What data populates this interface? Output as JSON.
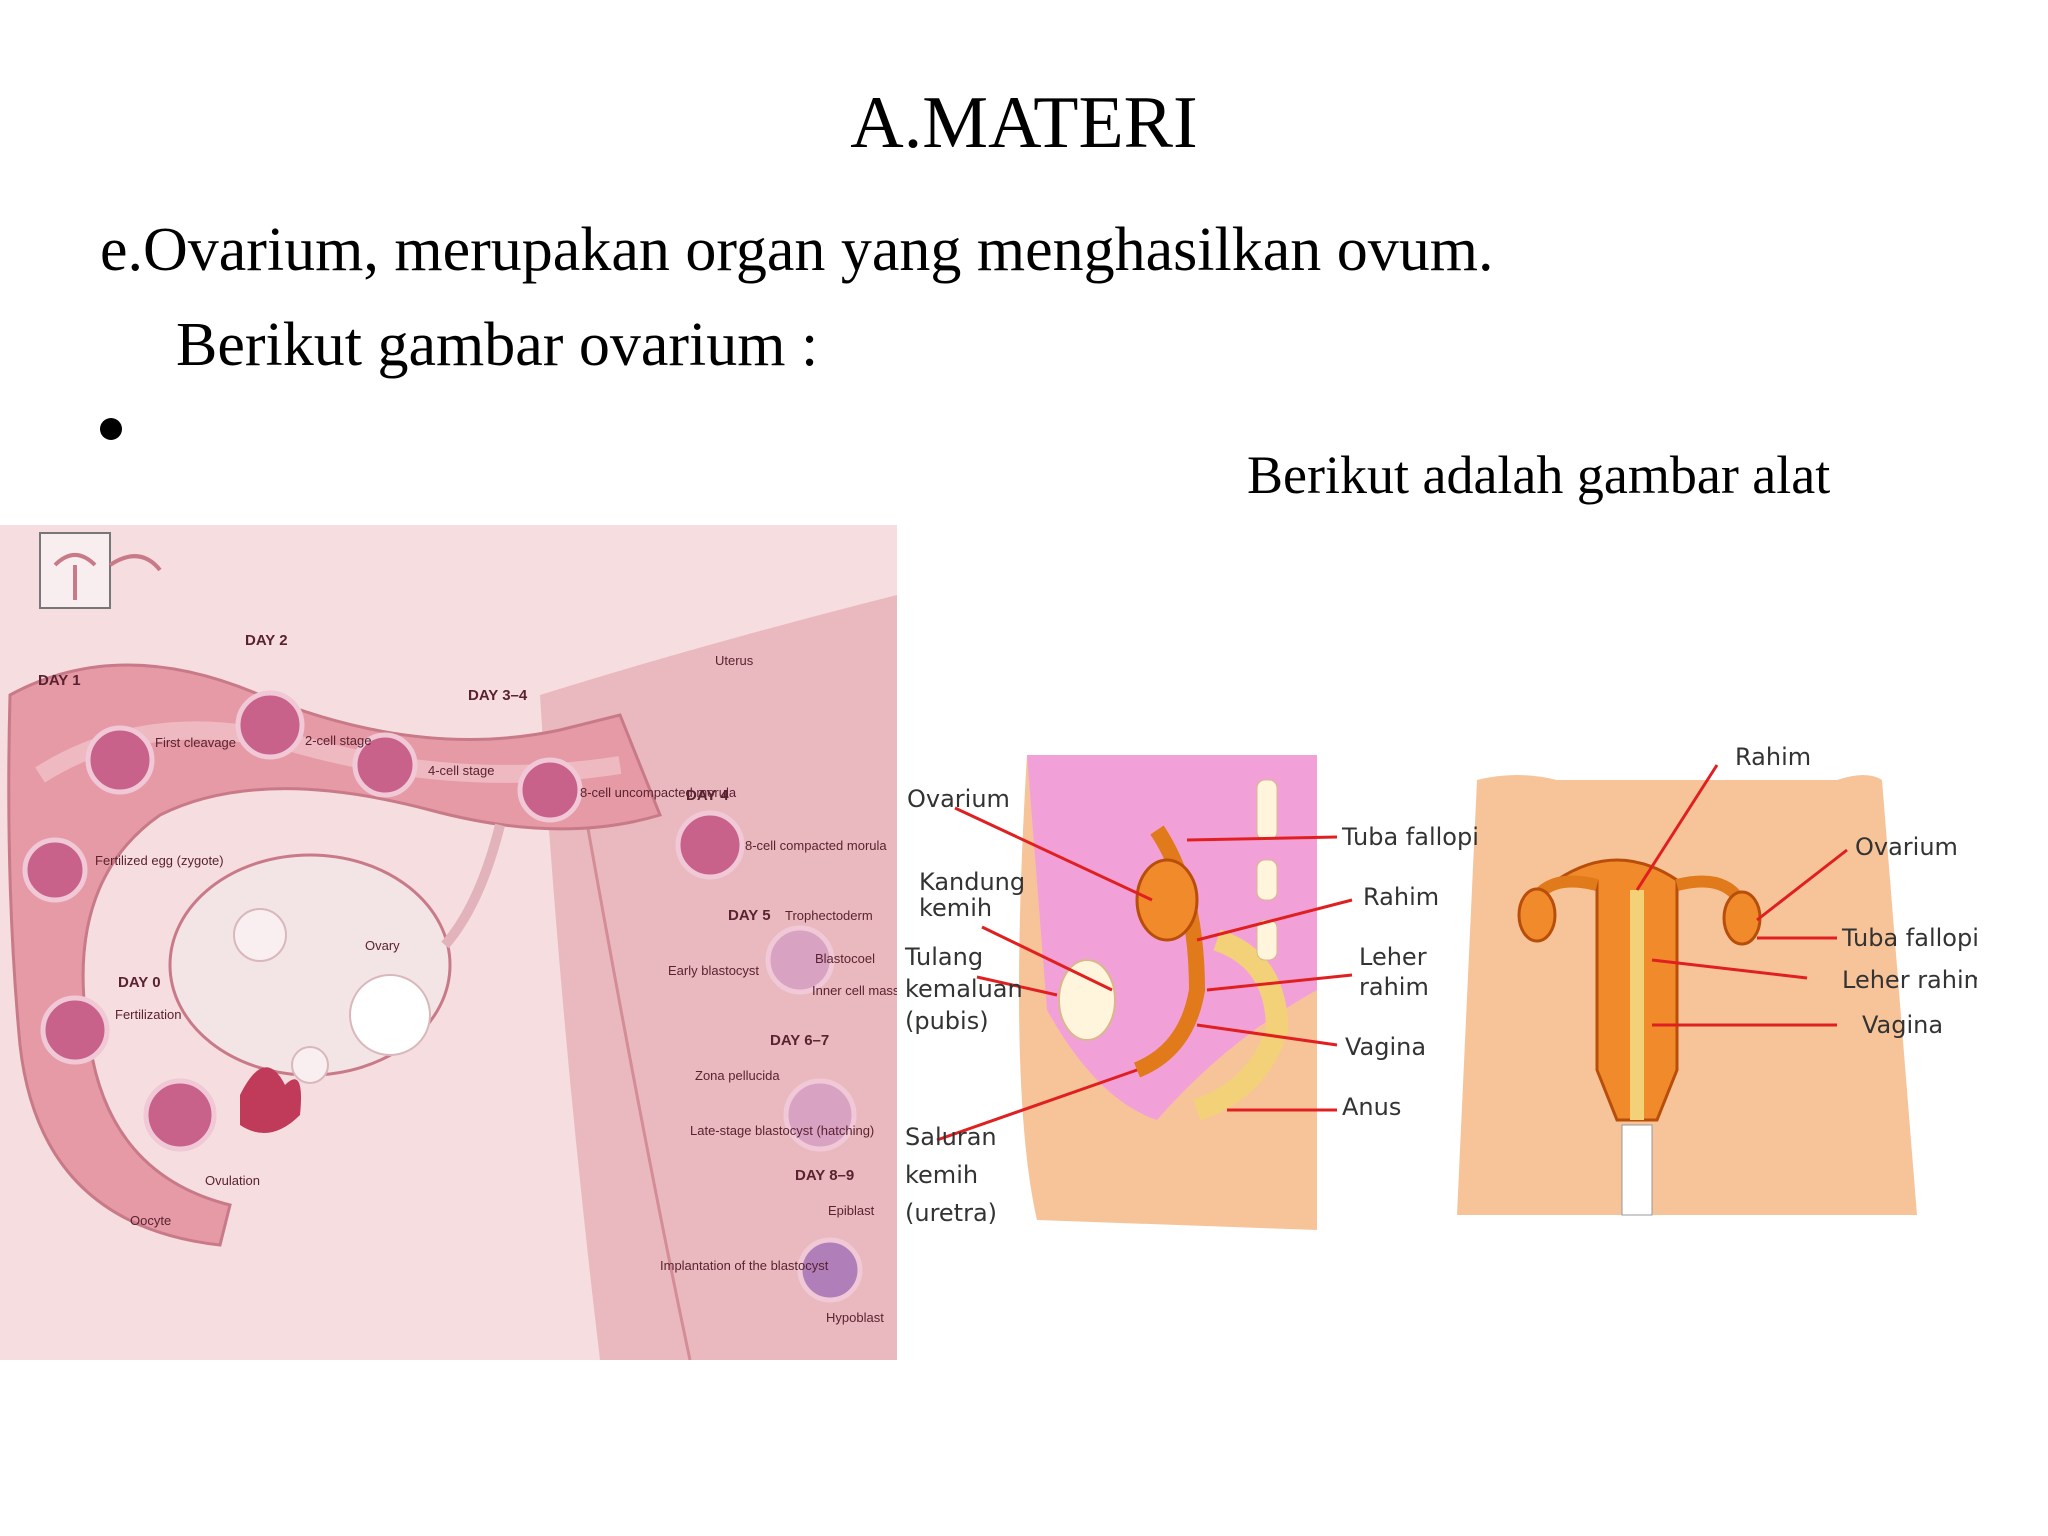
{
  "slide": {
    "title": "A.MATERI",
    "line1": "e.Ovarium, merupakan organ yang menghasilkan ovum.",
    "line2": "Berikut gambar ovarium :",
    "bullet": "•",
    "right_caption": "Berikut adalah gambar alat"
  },
  "embryo_figure": {
    "labels": {
      "day1": "DAY 1",
      "day2": "DAY 2",
      "day34": "DAY 3–4",
      "uterus": "Uterus",
      "first_cleavage": "First cleavage",
      "two_cell": "2-cell stage",
      "four_cell": "4-cell stage",
      "eight_cell_uncompacted": "8-cell uncompacted morula",
      "day4": "DAY 4",
      "eight_cell_compacted": "8-cell compacted morula",
      "fertilized_egg": "Fertilized egg (zygote)",
      "ovary": "Ovary",
      "day5": "DAY 5",
      "trophectoderm": "Trophectoderm",
      "blastocoel": "Blastocoel",
      "early_blastocyst": "Early blastocyst",
      "inner_cell_mass": "Inner cell mass",
      "day0": "DAY 0",
      "fertilization": "Fertilization",
      "day67": "DAY 6–7",
      "zona_pellucida": "Zona pellucida",
      "late_stage_blastocyst": "Late-stage blastocyst (hatching)",
      "day89": "DAY 8–9",
      "epiblast": "Epiblast",
      "ovulation": "Ovulation",
      "oocyte": "Oocyte",
      "implantation": "Implantation of the blastocyst",
      "hypoblast": "Hypoblast"
    }
  },
  "anatomy_figure": {
    "side_view": {
      "ovarium": "Ovarium",
      "kandung_kemih": "Kandung kemih",
      "tulang_kemaluan": "Tulang kemaluan (pubis)",
      "saluran_kemih": "Saluran kemih (uretra)",
      "tuba_fallopi": "Tuba fallopi",
      "rahim": "Rahim",
      "leher_rahim": "Leher rahim",
      "vagina": "Vagina",
      "anus": "Anus"
    },
    "front_view": {
      "rahim": "Rahim",
      "ovarium": "Ovarium",
      "tuba_fallopi": "Tuba fallopi",
      "leher_rahim": "Leher rahim",
      "vagina": "Vagina"
    }
  }
}
